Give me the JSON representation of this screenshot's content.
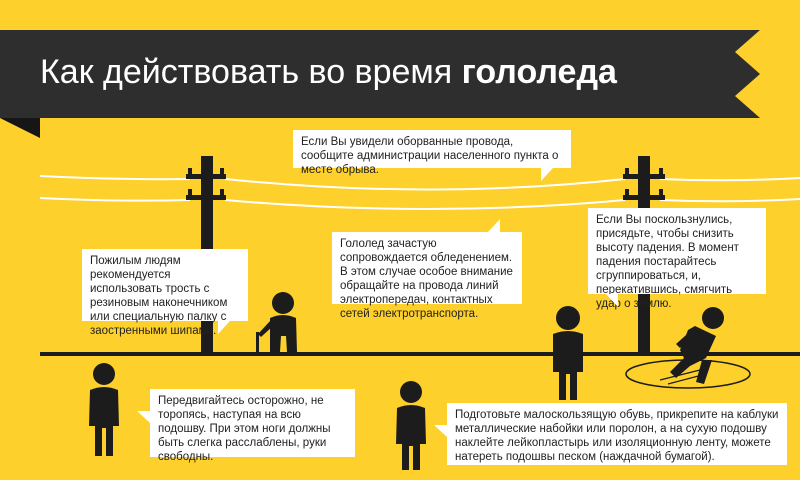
{
  "title": {
    "regular": "Как действовать во время",
    "bold": "гололеда"
  },
  "tips": {
    "wires": "Если Вы увидели оборванные провода, сообщите администрации населенного пункта о месте обрыва.",
    "icing": "Гололед зачастую сопровождается обледенением. В этом случае особое внимание обращайте на провода линий электропередач, контактных сетей электротранспорта.",
    "fall": "Если Вы поскользнулись, присядьте, чтобы снизить высоту падения. В момент падения постарайтесь сгруппироваться, и, перекатившись, смягчить удар о землю.",
    "elderly": "Пожилым людям рекомендуется использовать трость с резиновым наконечником или специальную палку с заостренными шипами.",
    "walk": "Передвигайтесь осторожно, не торопясь, наступая на всю подошву. При этом ноги должны быть слегка расслаблены, руки свободны.",
    "shoes": "Подготовьте малоскользящую обувь, прикрепите на каблуки металлические набойки или поролон, а на сухую подошву наклейте лейкопластырь или изоляционную ленту, можете натереть подошвы песком (наждачной бумагой)."
  },
  "colors": {
    "background": "#fdd02b",
    "banner": "#2e2e2e",
    "banner_shadow": "#161616",
    "silhouette": "#1c1c1c",
    "bubble": "#ffffff"
  },
  "icons": [
    "utility-pole-icon",
    "person-icon",
    "elderly-person-with-cane-icon",
    "falling-person-icon"
  ]
}
